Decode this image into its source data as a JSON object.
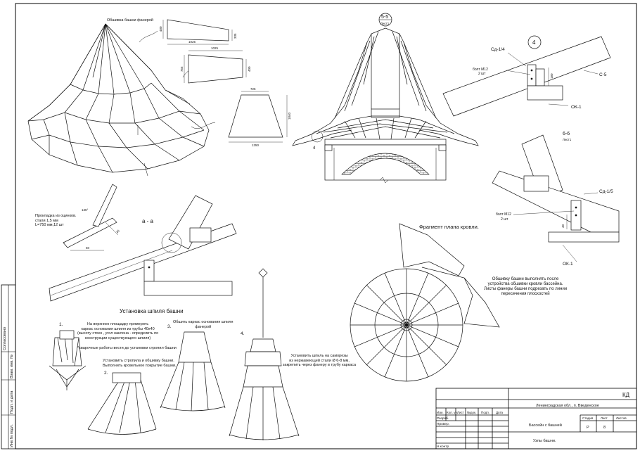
{
  "views": {
    "tower_roof_label": "Обшивка башни фанерой",
    "sheet_top_dims": {
      "top_w": "1025",
      "top_h": "480",
      "side": "335"
    },
    "sheet_mid_dims": {
      "top_w": "1025",
      "left_h": "755",
      "right_h": "400"
    },
    "sheet_trap_dims": {
      "top": "725",
      "bottom": "1350",
      "height": "1840"
    },
    "section_55": {
      "num": "5-5",
      "sheet": "Лист1"
    },
    "callout_4": "4",
    "node_4": {
      "circle": "4",
      "sd14": "Сд-1/4",
      "bolt": "болт М12",
      "bolt_qty": "2 шт",
      "s5": "С-5",
      "ok1": "ОК-1",
      "dim": "180"
    },
    "section_66": {
      "num": "6-6",
      "sheet": "Лист1"
    },
    "node_6": {
      "sd15": "Сд-1/5",
      "bolt": "болт М12",
      "bolt_qty": "2 шт",
      "ok1": "ОК-1",
      "dim": "40"
    },
    "section_aa": "а - а",
    "gasket_note": "Прокладка из оцинков.\nстали 1,5 мм\nL=750 мм,12 шт",
    "gasket_dims": {
      "d1": "60",
      "d2": "40",
      "d3": "135°"
    },
    "roof_plan_title": "Фрагмент плана кровли.",
    "roof_plan_note": "Обшивку башни выполнять после\nустройства обшивки кровли бассейна.\nЛисты фанеры башни подрезать по линии\nпересечения плоскостей",
    "spire_title": "Установка шпиля башни",
    "step1": {
      "num": "1.",
      "text": "На верхнюю площадку примерить\nкаркас основания шпиля  из трубы 40х40\n(высоту стоек , угол наклона - определить по\nконструкции существующего шпиля)",
      "weld": "*сварочные работы вести до установки стропил башни"
    },
    "step2": {
      "num": "2.",
      "text": "Установить стропила и обшивку башни.\nВыполнить кровельное покрытие башни."
    },
    "step3": {
      "num": "3.",
      "text": "Обшить каркас основания шпиля\nфанерой"
    },
    "step4": {
      "num": "4.",
      "text": "Установить шпиль на саморезы\nиз нержавеющей стали Ø 6-8 мм,\nзакрепить через фанеру в трубу каркаса"
    }
  },
  "left_margin": {
    "agreed": "Согласовано",
    "inv_replace": "Взам. инв. №",
    "sign_date": "Подп. и дата",
    "inv_orig": "Инв.№ подл."
  },
  "title_block": {
    "code": "КД",
    "address": "Ленинградская обл., п. Введенское",
    "col_headers": [
      "Изм.",
      "Кол. уч.",
      "Лист",
      "№док.",
      "Подп.",
      "Дата"
    ],
    "row_develop": "Разраб.",
    "row_check": "Провер.",
    "row_control": "Н.контр.",
    "object": "Бассейн с башней",
    "drawing_title": "Узлы  башни.",
    "stage_head": "Стадия",
    "sheet_head": "Лист",
    "sheets_head": "Листов",
    "stage": "Р",
    "sheet_no": "8",
    "sheets_total": ""
  }
}
